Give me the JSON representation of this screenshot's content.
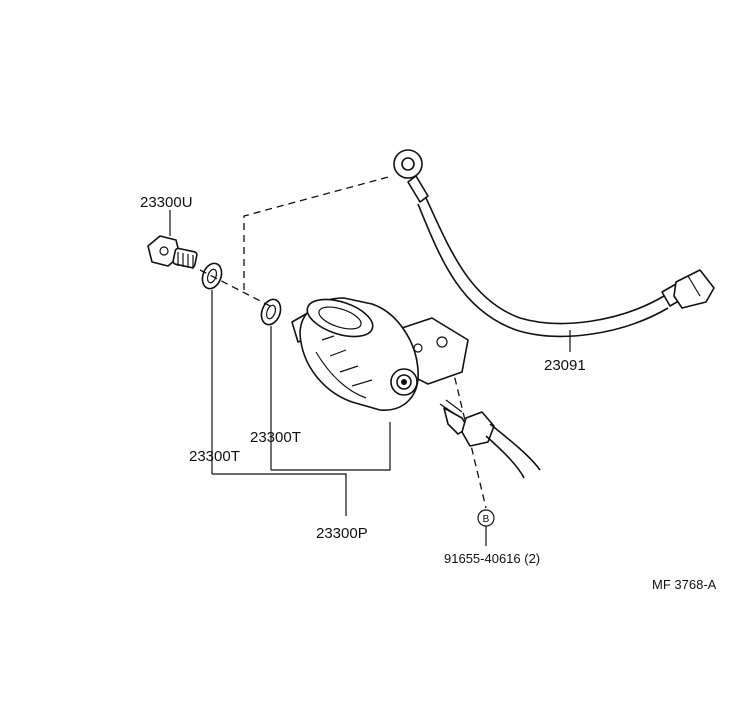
{
  "labels": {
    "bolt_top": "23300U",
    "gasket_upper": "23300T",
    "gasket_lower": "23300T",
    "filter": "23300P",
    "fuel_hose": "23091",
    "bolt_part": "91655-40616 (2)",
    "bolt_marker": "B",
    "figure_code": "MF 3768-A"
  }
}
